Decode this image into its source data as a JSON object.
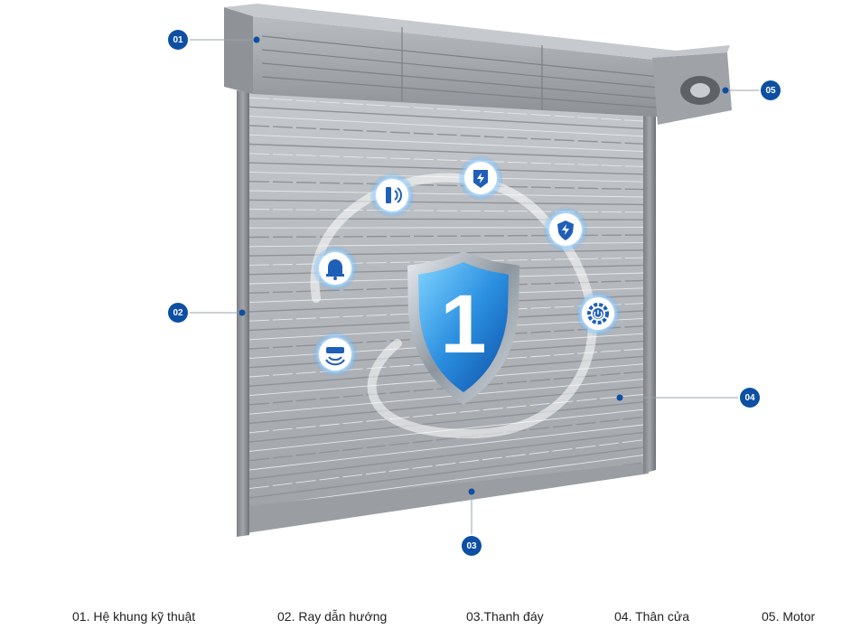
{
  "callouts": [
    {
      "num": "01"
    },
    {
      "num": "02"
    },
    {
      "num": "03"
    },
    {
      "num": "04"
    },
    {
      "num": "05"
    }
  ],
  "captions": [
    "01. Hệ khung kỹ thuật",
    "02. Ray dẫn hướng",
    "03.Thanh đáy",
    "04. Thân cửa",
    "05. Motor"
  ],
  "shield": {
    "label": "1"
  },
  "feature_icons": [
    "sensor-icon",
    "bell-icon",
    "detector-icon",
    "power-icon",
    "shield-bolt-icon",
    "gear-power-icon"
  ],
  "colors": {
    "accent": "#0d4fa3",
    "icon_blue": "#1f5fb8",
    "shutter": "#a9adb2",
    "frame": "#8e9297"
  }
}
